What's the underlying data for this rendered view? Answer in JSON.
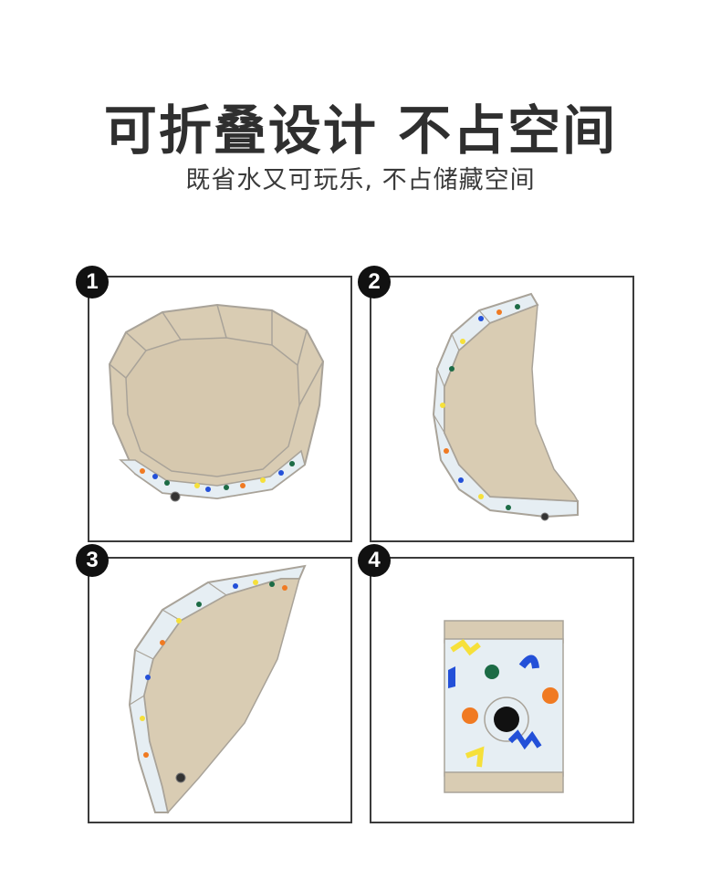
{
  "header": {
    "title": "可折叠设计 不占空间",
    "subtitle": "既省水又可玩乐, 不占储藏空间"
  },
  "steps": [
    {
      "number": "1",
      "label": "pool-open"
    },
    {
      "number": "2",
      "label": "pool-half-folded"
    },
    {
      "number": "3",
      "label": "pool-quarter-folded"
    },
    {
      "number": "4",
      "label": "pool-folded-compact"
    }
  ],
  "colors": {
    "canvas": "#d9ccb3",
    "outline": "#a9a399",
    "band": "#e6eef3",
    "frame": "#3b3b3b",
    "badge": "#111111",
    "dot_orange": "#f07a22",
    "dot_blue": "#2350d8",
    "dot_green": "#1c6b45",
    "dot_yellow": "#f6e03a"
  }
}
